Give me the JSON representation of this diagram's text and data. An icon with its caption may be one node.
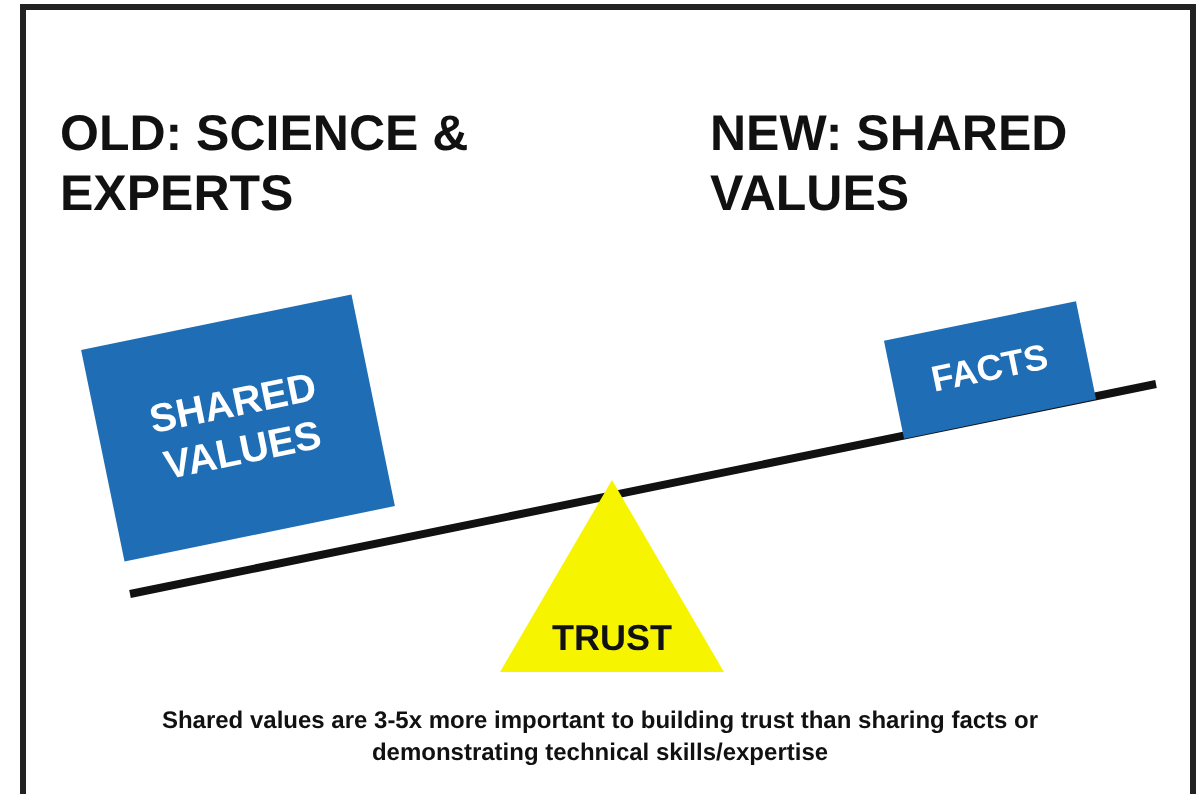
{
  "diagram": {
    "caption": "Shared values are 3-5x more important to building trust than sharing facts or demonstrating technical skills/expertise",
    "nodes": [
      {
        "text": [
          "SHARED VALUES"
        ]
      },
      {
        "text": [
          "FACTS"
        ]
      },
      {
        "text": [
          "TRUST"
        ]
      }
    ],
    "labels": [
      "OLD: SCIENCE & EXPERTS",
      "NEW: SHARED VALUES"
    ]
  }
}
